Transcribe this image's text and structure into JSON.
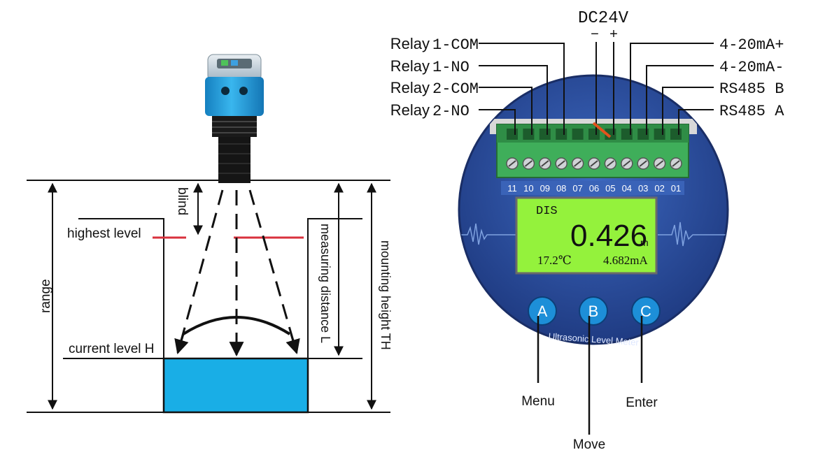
{
  "left_diagram": {
    "labels": {
      "blind": "blind",
      "highest_level": "highest level",
      "range": "range",
      "measuring_distance": "measuring distance L",
      "mounting_height": "mounting height TH",
      "current_level": "current level H"
    },
    "colors": {
      "water": "#19aee6",
      "highest_level_mark": "#d9313d",
      "sensor_body": "#1e9ed8",
      "sensor_thread": "#161616"
    }
  },
  "right_diagram": {
    "power": {
      "title": "DC24V",
      "minus": "−",
      "plus": "+"
    },
    "wiring_left": [
      {
        "relay": "Relay",
        "term": "1-COM"
      },
      {
        "relay": "Relay",
        "term": "1-NO"
      },
      {
        "relay": "Relay",
        "term": "2-COM"
      },
      {
        "relay": "Relay",
        "term": "2-NO"
      }
    ],
    "wiring_right": [
      {
        "label": "4-20mA+"
      },
      {
        "label": "4-20mA-"
      },
      {
        "label": "RS485  B"
      },
      {
        "label": "RS485  A"
      }
    ],
    "terminal_numbers": [
      "11",
      "10",
      "09",
      "08",
      "07",
      "06",
      "05",
      "04",
      "03",
      "02",
      "01"
    ],
    "lcd": {
      "mode": "DIS",
      "value": "0.426",
      "unit": "m",
      "temperature": "17.2℃",
      "current": "4.682mA"
    },
    "buttons": [
      {
        "key": "A",
        "function": "Menu"
      },
      {
        "key": "B",
        "function": "Move"
      },
      {
        "key": "C",
        "function": "Enter"
      }
    ],
    "device_name": "Ultrasonic Level Meter",
    "colors": {
      "panel": "#2a4ea0",
      "lcd": "#94f23c",
      "terminal_block": "#3fae5a",
      "button": "#1d8fd8"
    }
  }
}
